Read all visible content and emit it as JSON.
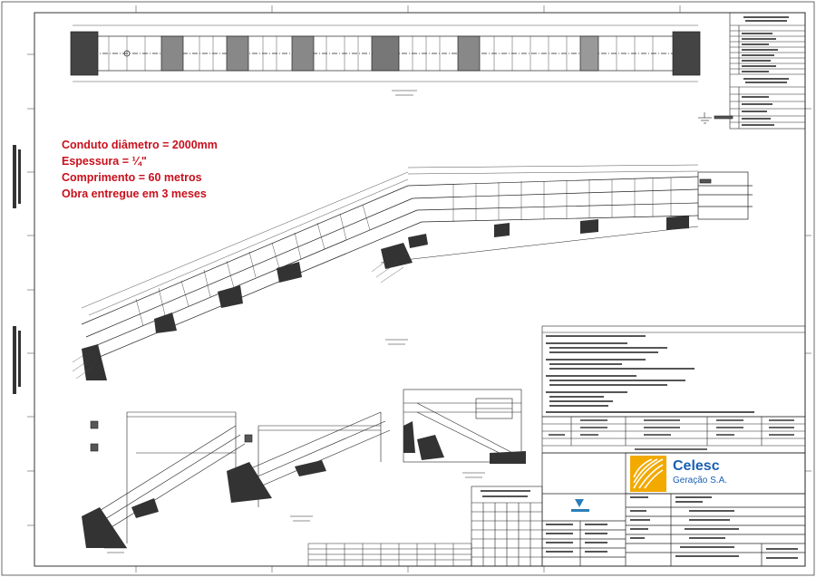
{
  "annotation": {
    "line1": "Conduto diâmetro = 2000mm",
    "line2": "Espessura = ¼\"",
    "line3": "Comprimento = 60 metros",
    "line4": "Obra entregue em 3 meses"
  },
  "logo": {
    "name": "Celesc",
    "subtitle": "Geração S.A.",
    "color": "#1a5fb4",
    "accent": "#f2a900"
  },
  "colors": {
    "annotation": "#c8101c",
    "lines": "#333333"
  }
}
